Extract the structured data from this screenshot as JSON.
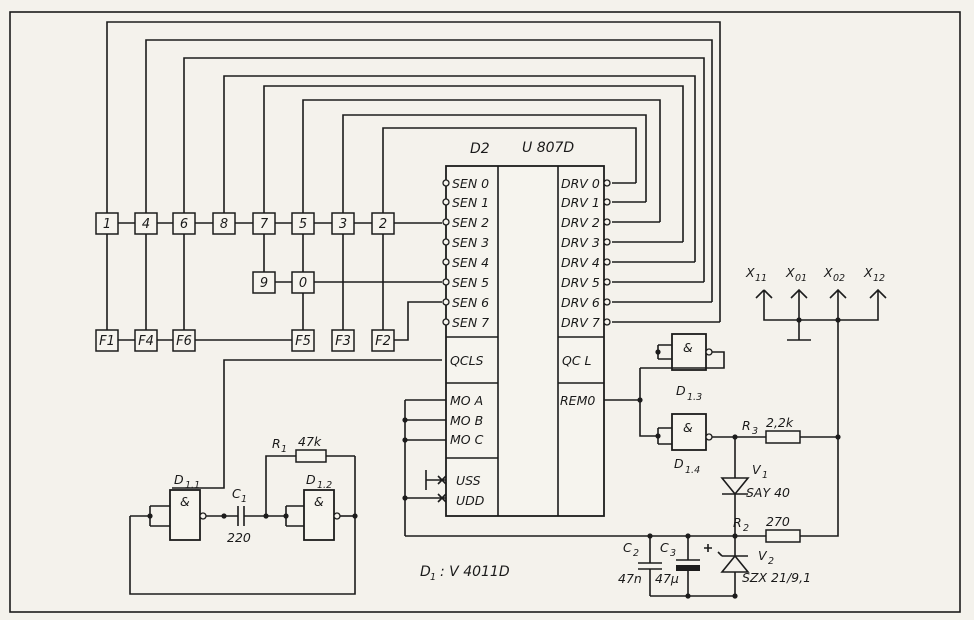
{
  "keys": [
    "1",
    "4",
    "6",
    "8",
    "7",
    "5",
    "3",
    "2",
    "9",
    "0",
    "F1",
    "F4",
    "F6",
    "F5",
    "F3",
    "F2"
  ],
  "ic": {
    "ref": "D2",
    "type": "U 807D",
    "sen": [
      "SEN 0",
      "SEN 1",
      "SEN 2",
      "SEN 3",
      "SEN 4",
      "SEN 5",
      "SEN 6",
      "SEN 7"
    ],
    "drv": [
      "DRV 0",
      "DRV 1",
      "DRV 2",
      "DRV 3",
      "DRV 4",
      "DRV 5",
      "DRV 6",
      "DRV 7"
    ],
    "qcls": "QCLS",
    "qcl": "QC L",
    "moa": "MO A",
    "mob": "MO B",
    "moc": "MO C",
    "remo": "REM0",
    "uss": "USS",
    "udd": "UDD"
  },
  "gates": {
    "and_symbol": "&",
    "d11": {
      "main": "D",
      "sub": "1.1"
    },
    "d12": {
      "main": "D",
      "sub": "1.2"
    },
    "d13": {
      "main": "D",
      "sub": "1.3"
    },
    "d14": {
      "main": "D",
      "sub": "1.4"
    }
  },
  "parts": {
    "r1": {
      "main": "R",
      "sub": "1",
      "value": "47k"
    },
    "r2": {
      "main": "R",
      "sub": "2",
      "value": "270"
    },
    "r3": {
      "main": "R",
      "sub": "3",
      "value": "2,2k"
    },
    "c1": {
      "main": "C",
      "sub": "1",
      "value": "220"
    },
    "c2": {
      "main": "C",
      "sub": "2",
      "value": "47n"
    },
    "c3": {
      "main": "C",
      "sub": "3",
      "value": "47µ"
    },
    "v1": {
      "main": "V",
      "sub": "1",
      "type": "SAY 40"
    },
    "v2": {
      "main": "V",
      "sub": "2",
      "type": "SZX 21/9,1"
    }
  },
  "terminals": {
    "x11": {
      "main": "X",
      "sub": "11"
    },
    "x01": {
      "main": "X",
      "sub": "01"
    },
    "x02": {
      "main": "X",
      "sub": "02"
    },
    "x12": {
      "main": "X",
      "sub": "12"
    }
  },
  "note": {
    "main": "D",
    "sub": "1",
    "text": ": V 4011D"
  }
}
